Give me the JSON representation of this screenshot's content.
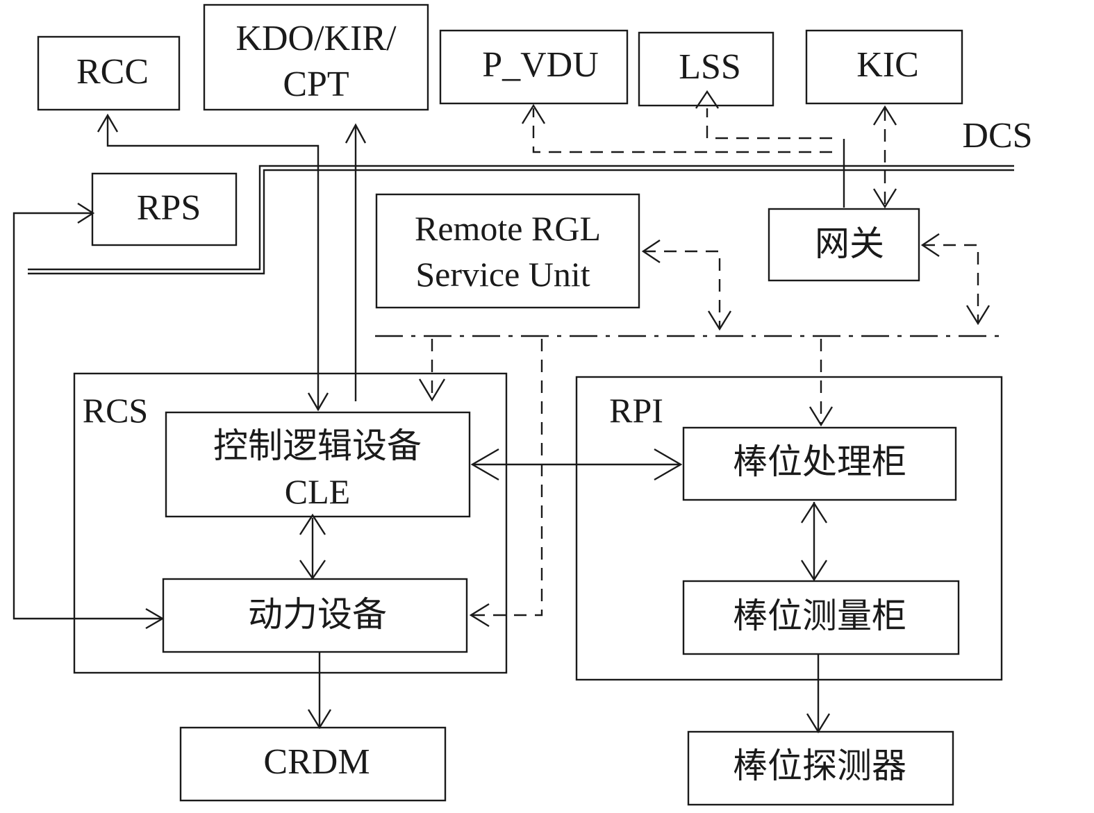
{
  "labels": {
    "rcc": "RCC",
    "kdo_line1": "KDO/KIR/",
    "kdo_line2": "CPT",
    "p_vdu": "P_VDU",
    "lss": "LSS",
    "kic": "KIC",
    "dcs": "DCS",
    "rps": "RPS",
    "remote_line1": "Remote RGL",
    "remote_line2": "Service Unit",
    "gateway": "网关",
    "rcs": "RCS",
    "cle_line1": "控制逻辑设备",
    "cle_line2": "CLE",
    "power": "动力设备",
    "crdm": "CRDM",
    "rpi": "RPI",
    "rod_proc": "棒位处理柜",
    "rod_meas": "棒位测量柜",
    "rod_det": "棒位探测器"
  }
}
